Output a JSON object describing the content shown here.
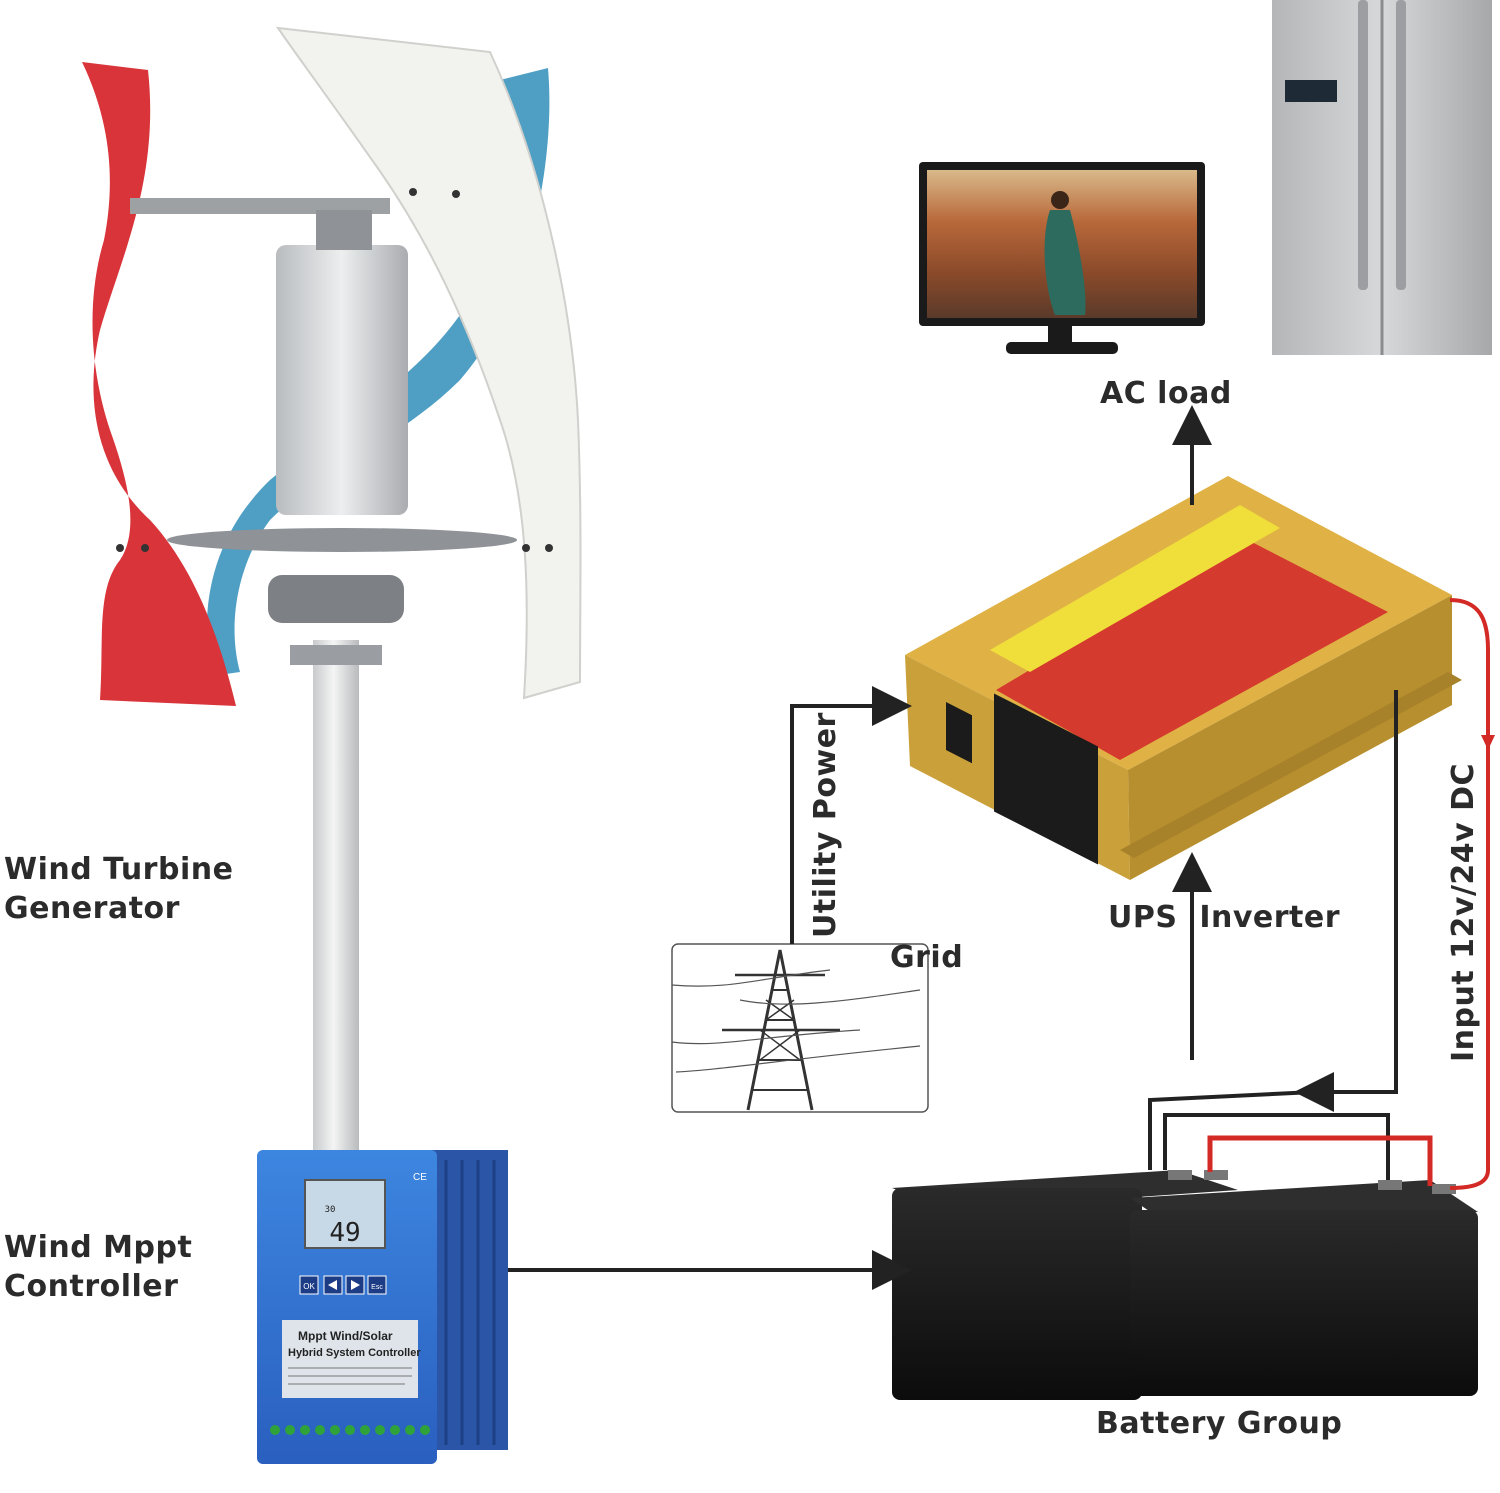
{
  "labels": {
    "wind_turbine": "Wind Turbine\nGenerator",
    "wind_controller": "Wind Mppt\nController",
    "ac_load": "AC load",
    "utility_power": "Utility Power",
    "grid": "Grid",
    "ups_inverter": "UPS  Inverter",
    "input_dc": "Input 12v/24v DC",
    "battery_group": "Battery Group"
  },
  "controller_panel": {
    "title_line1": "Mppt Wind/Solar",
    "title_line2": "Hybrid System Controller",
    "lcd_value": "49",
    "lcd_sub": "30",
    "btn_ok": "OK",
    "btn_esc": "Esc",
    "ce_mark": "CE"
  },
  "colors": {
    "blade_red": "#d9343a",
    "blade_white": "#f2f2ee",
    "blade_blue": "#4f9fc4",
    "inverter_gold": "#d8a93a",
    "inverter_red": "#d53a2e",
    "controller_blue": "#2f6fd0",
    "dc_wire_red": "#d42a25",
    "battery_black": "#141414"
  }
}
